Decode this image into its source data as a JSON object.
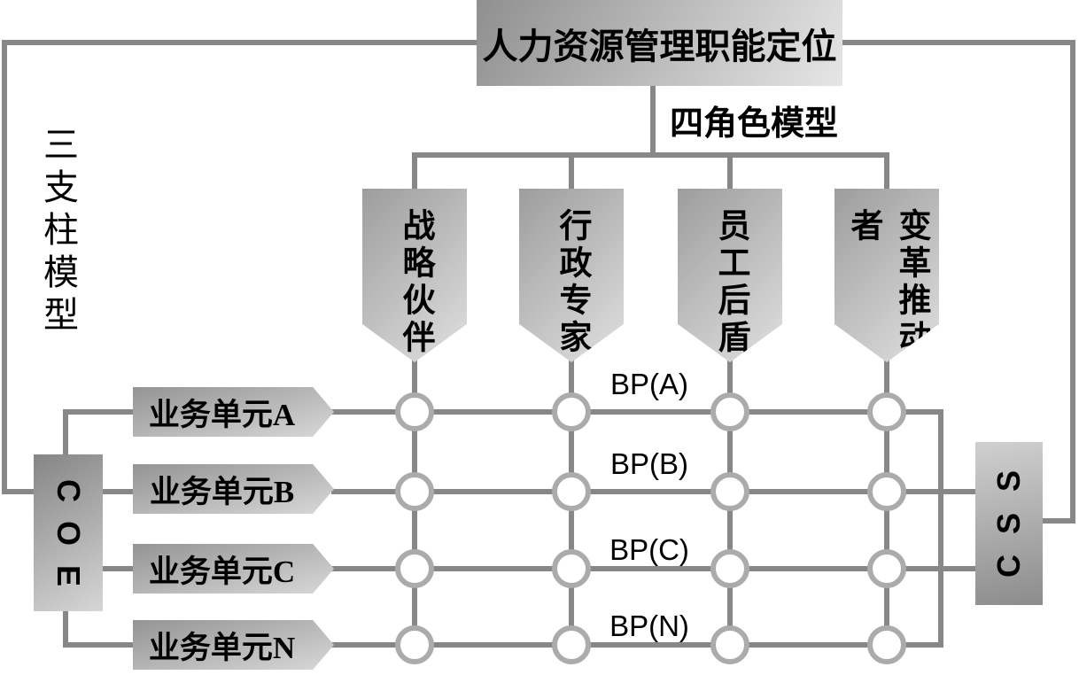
{
  "diagram": {
    "title": "人力资源管理职能定位",
    "four_role_label": "四角色模型",
    "three_pillar_label": "三支柱模型",
    "roles": [
      "战略伙伴",
      "行政专家",
      "员工后盾",
      "变革推动者"
    ],
    "business_units": [
      "业务单元A",
      "业务单元B",
      "业务单元C",
      "业务单元N"
    ],
    "bp_labels": [
      "BP(A)",
      "BP(B)",
      "BP(C)",
      "BP(N)"
    ],
    "coe_label": "COE",
    "ssc_label": "SSC",
    "coe_chars": [
      "C",
      "O",
      "E"
    ],
    "ssc_chars": [
      "S",
      "S",
      "C"
    ]
  },
  "colors": {
    "line": "#878787",
    "ring": "#ababab",
    "box-dark": "#8f8f8f",
    "box-light": "#e6e6e6"
  }
}
